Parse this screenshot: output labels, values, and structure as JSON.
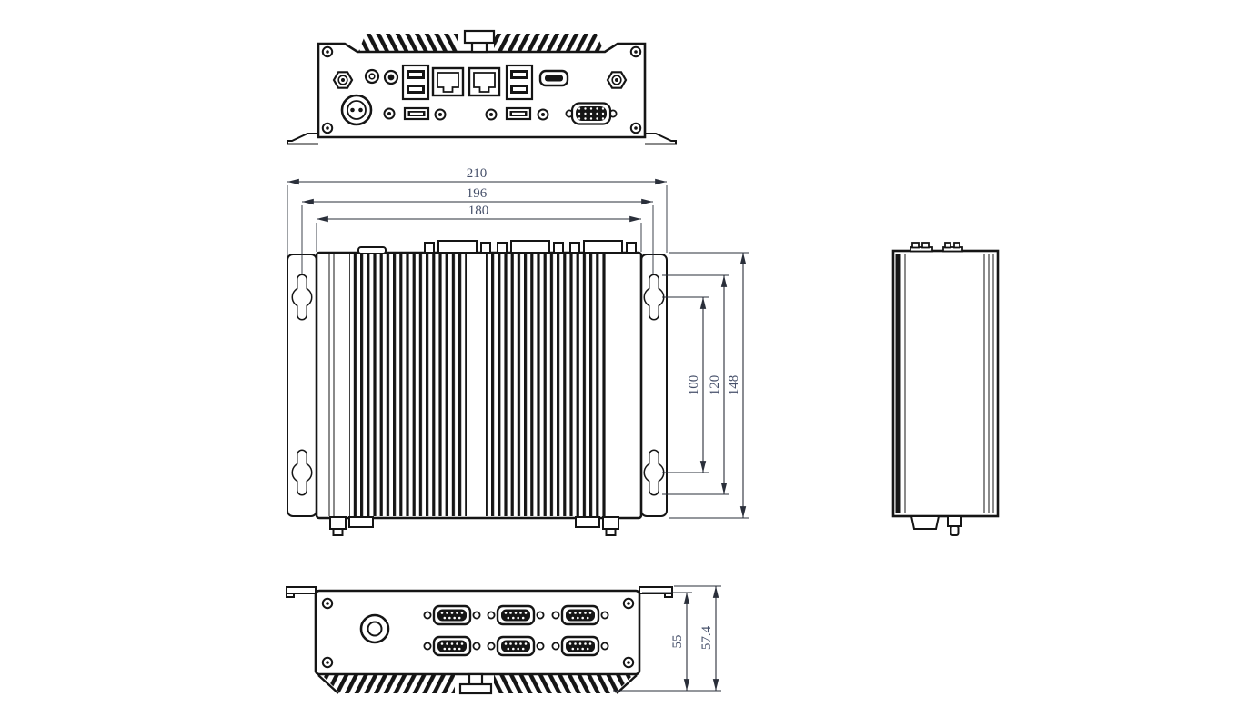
{
  "colors": {
    "background": "#ffffff",
    "line": "#151515",
    "dimension_text": "#46506a"
  },
  "dimensions": {
    "d210": "210",
    "d196": "196",
    "d180": "180",
    "d100": "100",
    "d120": "120",
    "d148": "148",
    "d55": "55",
    "d57_4": "57.4"
  },
  "ports": {
    "rear": [
      "antenna-connector",
      "power-button",
      "reset-button",
      "power-din-connector",
      "dual-usb-port",
      "lan-rj45-port",
      "lan-rj45-port",
      "dual-usb-port",
      "hdmi-port",
      "antenna-connector",
      "audio-jack",
      "usb-port",
      "audio-jack",
      "audio-jack",
      "usb-port",
      "audio-jack",
      "vga-port"
    ],
    "front": [
      "audio-jack",
      "db9-serial-port",
      "db9-serial-port",
      "db9-serial-port",
      "db9-serial-port",
      "db9-serial-port",
      "db9-serial-port"
    ]
  }
}
